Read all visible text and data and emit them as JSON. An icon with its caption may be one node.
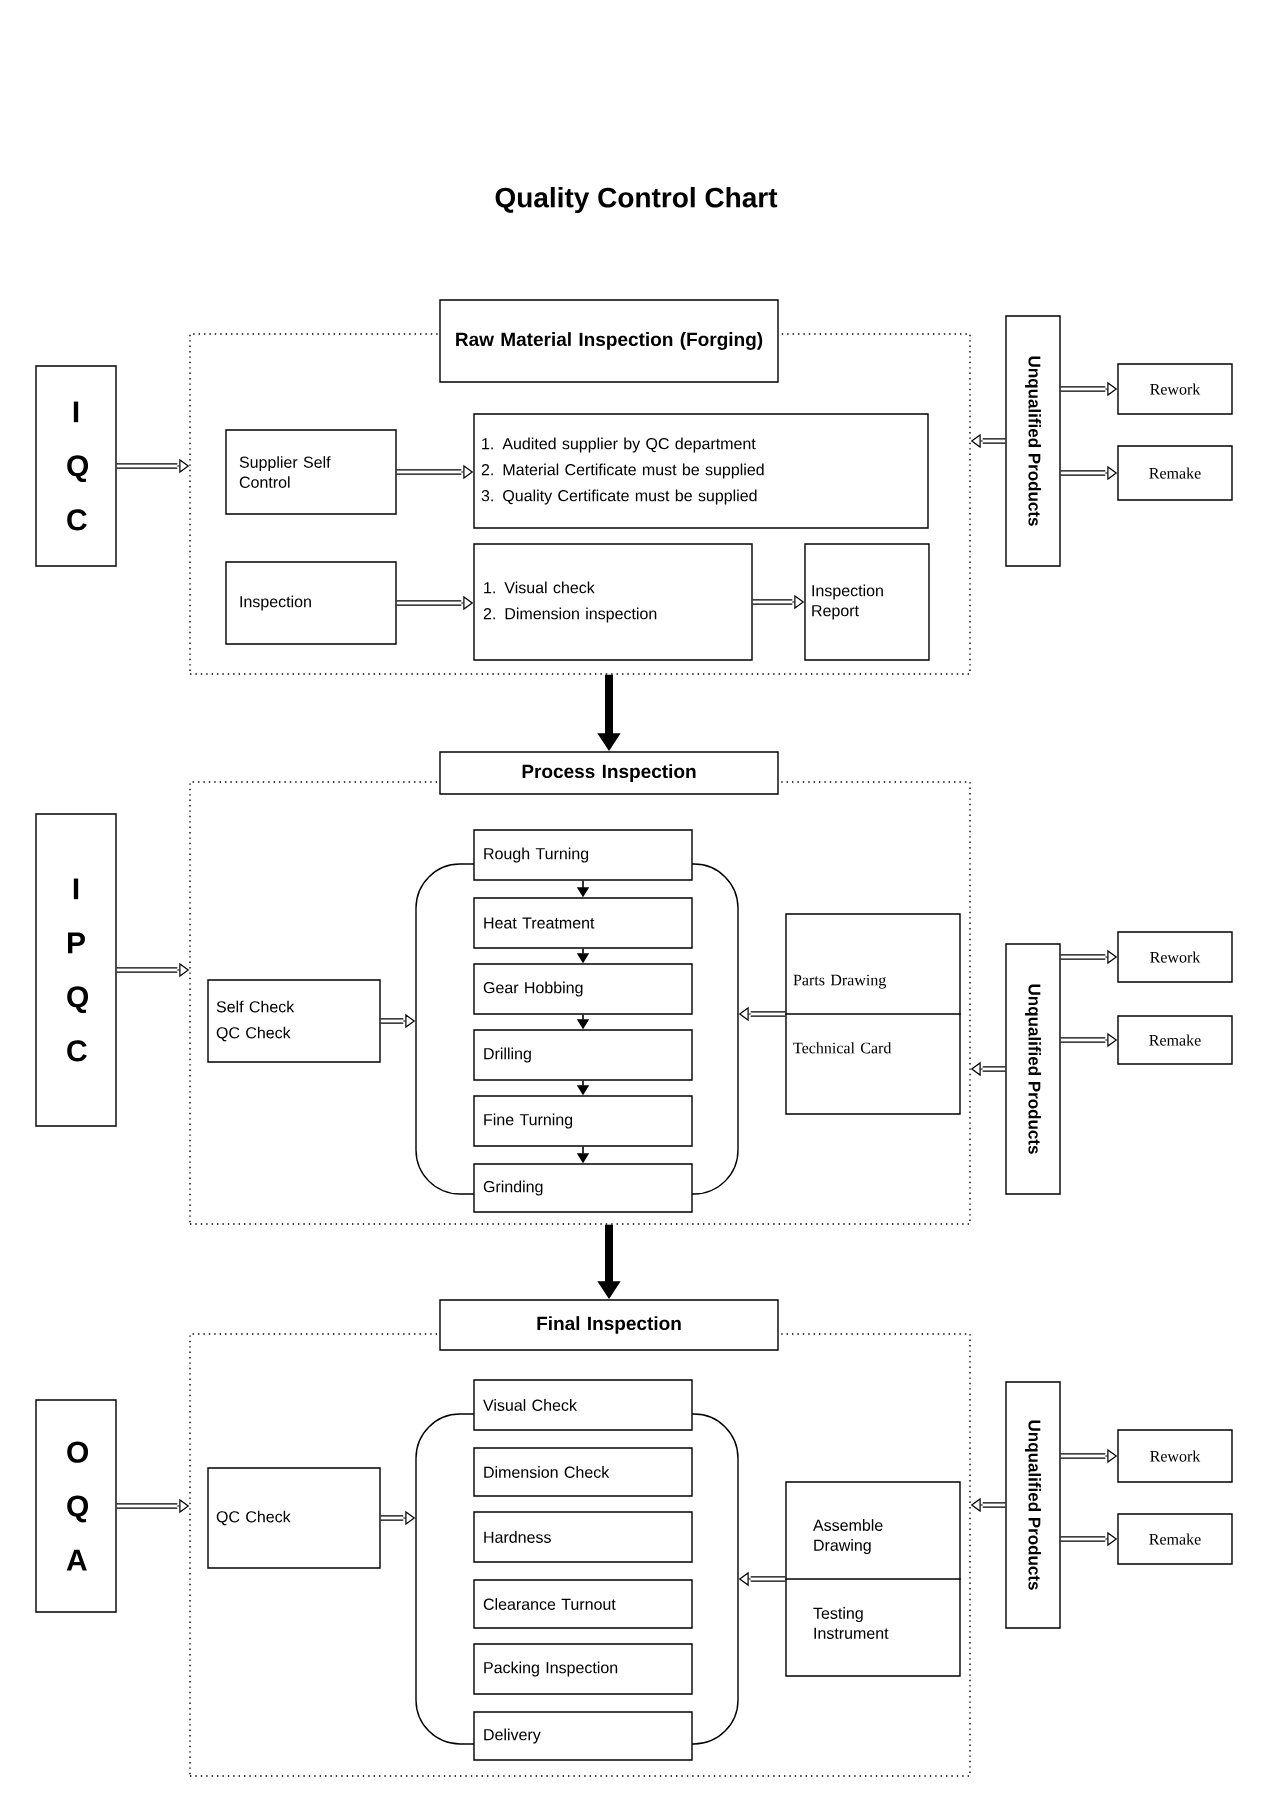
{
  "diagram": {
    "title": "Quality Control Chart",
    "nodes": [
      {
        "text": [],
        "shape": "box"
      },
      {
        "text": [
          "Raw Material Inspection (Forging)"
        ]
      },
      {
        "text": [
          "I Q C"
        ]
      },
      {
        "text": [
          "Supplier Self Control"
        ],
        "in": 0
      },
      {
        "text": [
          "1. Audited supplier by QC department",
          "2. Material Certificate must be supplied",
          "3. Quality Certificate must be supplied"
        ],
        "in": 0
      },
      {
        "text": [
          "Inspection"
        ],
        "in": 0
      },
      {
        "text": [
          "1. Visual check",
          "2. Dimension inspection"
        ],
        "in": 0
      },
      {
        "text": [
          "Inspection Report"
        ],
        "in": 0
      },
      {
        "text": [
          "Unqualified Products"
        ]
      },
      {
        "text": [
          "Rework"
        ]
      },
      {
        "text": [
          "Remake"
        ]
      },
      {
        "text": [],
        "shape": "box"
      },
      {
        "text": [
          "Process Inspection"
        ]
      },
      {
        "text": [
          "I P Q C"
        ]
      },
      {
        "text": [
          "Self Check",
          "QC Check"
        ],
        "in": 11
      },
      {
        "text": [],
        "shape": "box",
        "in": 11
      },
      {
        "text": [
          "Rough Turning"
        ],
        "in": 11
      },
      {
        "text": [
          "Heat Treatment"
        ],
        "in": 15
      },
      {
        "text": [
          "Gear Hobbing"
        ],
        "in": 15
      },
      {
        "text": [
          "Drilling"
        ],
        "in": 15
      },
      {
        "text": [
          "Fine Turning"
        ],
        "in": 15
      },
      {
        "text": [
          "Grinding"
        ],
        "in": 11
      },
      {
        "text": [
          "Parts Drawing",
          "Technical Card"
        ],
        "in": 11
      },
      {
        "text": [
          "Unqualified Products"
        ]
      },
      {
        "text": [
          "Rework"
        ]
      },
      {
        "text": [
          "Remake"
        ]
      },
      {
        "text": [],
        "shape": "box"
      },
      {
        "text": [
          "Final Inspection"
        ]
      },
      {
        "text": [
          "O Q A"
        ]
      },
      {
        "text": [
          "QC Check"
        ],
        "in": 26
      },
      {
        "text": [],
        "shape": "box",
        "in": 26
      },
      {
        "text": [
          "Visual Check"
        ],
        "in": 26
      },
      {
        "text": [
          "Dimension Check"
        ],
        "in": 30
      },
      {
        "text": [
          "Hardness"
        ],
        "in": 30
      },
      {
        "text": [
          "Clearance Turnout"
        ],
        "in": 30
      },
      {
        "text": [
          "Packing Inspection"
        ],
        "in": 30
      },
      {
        "text": [
          "Delivery"
        ],
        "in": 26
      },
      {
        "text": [
          "Assemble Drawing",
          "Testing Instrument"
        ],
        "in": 26
      },
      {
        "text": [
          "Unqualified Products"
        ]
      },
      {
        "text": [
          "Rework"
        ]
      },
      {
        "text": [
          "Remake"
        ]
      }
    ],
    "edges": [
      {
        "from": 2,
        "to": 0,
        "arrow": "to"
      },
      {
        "from": 3,
        "to": 4,
        "arrow": "to"
      },
      {
        "from": 5,
        "to": 6,
        "arrow": "to"
      },
      {
        "from": 6,
        "to": 7,
        "arrow": "to"
      },
      {
        "from": 8,
        "to": 0,
        "arrow": "to"
      },
      {
        "from": 8,
        "to": 9,
        "arrow": "to"
      },
      {
        "from": 8,
        "to": 10,
        "arrow": "to"
      },
      {
        "from": 0,
        "to": 12,
        "arrow": "to",
        "style": "thick"
      },
      {
        "from": 13,
        "to": 11,
        "arrow": "to"
      },
      {
        "from": 14,
        "to": 15,
        "arrow": "to"
      },
      {
        "from": 22,
        "to": 15,
        "arrow": "to"
      },
      {
        "from": 16,
        "to": 17,
        "arrow": "to"
      },
      {
        "from": 17,
        "to": 18,
        "arrow": "to"
      },
      {
        "from": 18,
        "to": 19,
        "arrow": "to"
      },
      {
        "from": 19,
        "to": 20,
        "arrow": "to"
      },
      {
        "from": 20,
        "to": 21,
        "arrow": "to"
      },
      {
        "from": 23,
        "to": 11,
        "arrow": "to"
      },
      {
        "from": 23,
        "to": 24,
        "arrow": "to"
      },
      {
        "from": 23,
        "to": 25,
        "arrow": "to"
      },
      {
        "from": 11,
        "to": 27,
        "arrow": "to",
        "style": "thick"
      },
      {
        "from": 28,
        "to": 26,
        "arrow": "to"
      },
      {
        "from": 29,
        "to": 30,
        "arrow": "to"
      },
      {
        "from": 37,
        "to": 30,
        "arrow": "to"
      },
      {
        "from": 38,
        "to": 26,
        "arrow": "to"
      },
      {
        "from": 38,
        "to": 39,
        "arrow": "to"
      },
      {
        "from": 38,
        "to": 40,
        "arrow": "to"
      }
    ]
  }
}
